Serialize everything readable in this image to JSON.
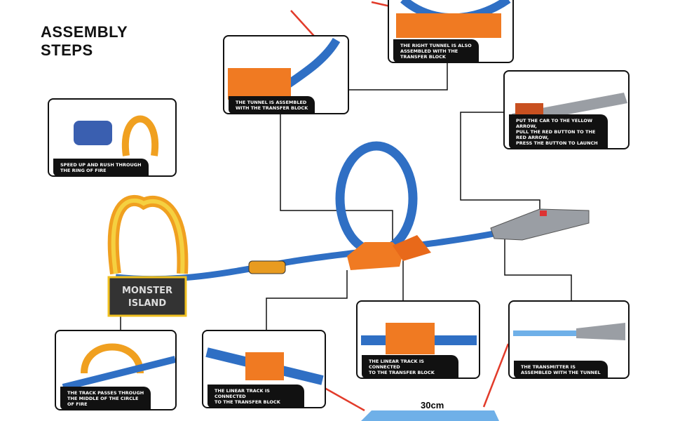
{
  "title": "ASSEMBLY\nSTEPS",
  "steps": [
    {
      "caption": [
        "THE TUNNEL IS ASSEMBLED",
        "WITH THE TRANSFER BLOCK"
      ]
    },
    {
      "caption": [
        "THE RIGHT TUNNEL IS ALSO",
        "ASSEMBLED WITH THE",
        "TRANSFER BLOCK"
      ]
    },
    {
      "caption": [
        "PUT THE CAR TO THE YELLOW ARROW,",
        "PULL THE RED BUTTON TO THE RED ARROW,",
        "PRESS THE BUTTON TO LAUNCH"
      ]
    },
    {
      "caption": [
        "SPEED UP AND RUSH THROUGH",
        "THE RING OF FIRE"
      ]
    },
    {
      "caption": [
        "THE TRACK PASSES THROUGH",
        "THE MIDDLE OF THE CIRCLE",
        "OF FIRE"
      ]
    },
    {
      "caption": [
        "THE LINEAR TRACK IS CONNECTED",
        "TO THE TRANSFER BLOCK"
      ]
    },
    {
      "caption": [
        "THE LINEAR TRACK IS CONNECTED",
        "TO THE TRANSFER BLOCK"
      ]
    },
    {
      "caption": [
        "THE TRANSMITTER IS",
        "ASSEMBLED WITH THE TUNNEL"
      ]
    }
  ],
  "sign": [
    "MONSTER",
    "ISLAND"
  ],
  "track_length": "30cm",
  "colors": {
    "track": "#2f6fc4",
    "block": "#f07a22",
    "launcher": "#9a9ea4",
    "arrow": "#e23b2a"
  }
}
